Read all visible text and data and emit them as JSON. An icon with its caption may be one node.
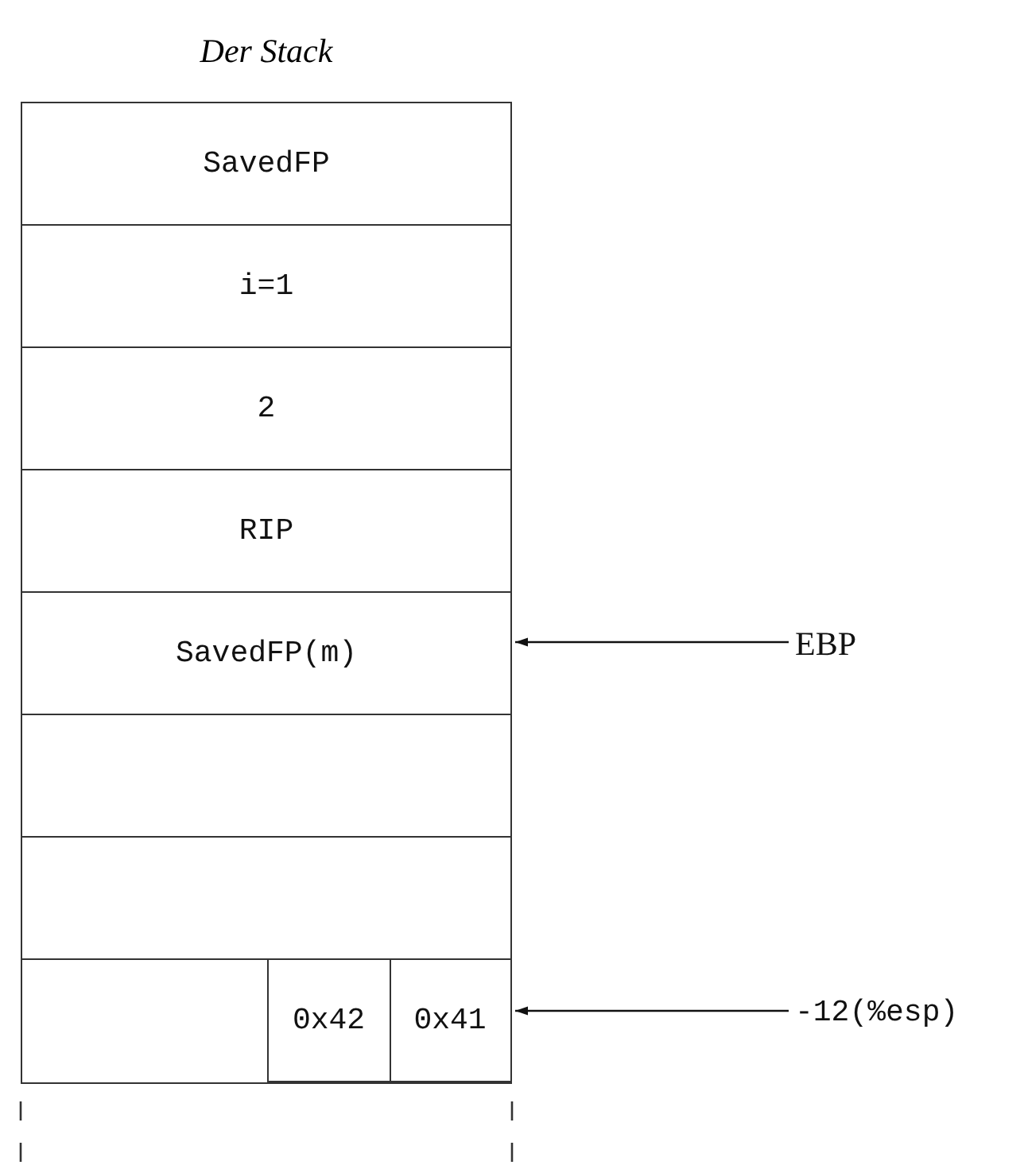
{
  "diagram": {
    "title": "Der Stack",
    "nodes": [
      {
        "text": [
          "SavedFP"
        ]
      },
      {
        "text": [
          "i=1"
        ]
      },
      {
        "text": [
          "2"
        ]
      },
      {
        "text": [
          "RIP"
        ]
      },
      {
        "text": [
          "SavedFP(m)"
        ]
      },
      {
        "text": [],
        "shape": "box"
      },
      {
        "text": [],
        "shape": "box"
      },
      {
        "text": [],
        "shape": "box"
      },
      {
        "text": [
          "0x42"
        ],
        "in": 7
      },
      {
        "text": [
          "0x41"
        ],
        "in": 7
      },
      {
        "text": [
          "EBP"
        ]
      },
      {
        "text": [
          "-12(%esp)"
        ]
      }
    ],
    "edges": [
      {
        "from": 10,
        "to": 4,
        "arrow": "to"
      },
      {
        "from": 11,
        "to": 7,
        "arrow": "to"
      }
    ]
  }
}
